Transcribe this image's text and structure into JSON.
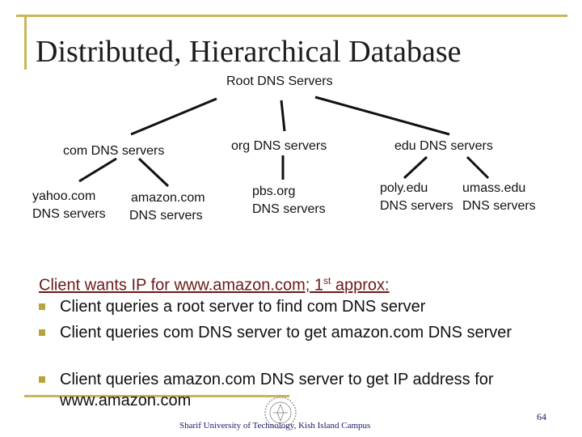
{
  "slide": {
    "title": "Distributed, Hierarchical Database",
    "page_number": "64",
    "footer": "Sharif University of Technology, Kish Island Campus"
  },
  "tree": {
    "root": "Root DNS Servers",
    "tld": [
      {
        "label": "com DNS servers"
      },
      {
        "label": "org DNS servers"
      },
      {
        "label": "edu DNS servers"
      }
    ],
    "authoritative": [
      {
        "line1": "yahoo.com",
        "line2": "DNS servers"
      },
      {
        "line1": "amazon.com",
        "line2": "DNS servers"
      },
      {
        "line1": "pbs.org",
        "line2": "DNS servers"
      },
      {
        "line1": "poly.edu",
        "line2": "DNS servers"
      },
      {
        "line1": "umass.edu",
        "line2": "DNS servers"
      }
    ]
  },
  "notes": {
    "heading": "Client wants IP for www.amazon.com; 1",
    "heading_sup": "st",
    "heading_tail": " approx:",
    "bullets": [
      "Client queries a root server to find com DNS server",
      "Client queries com DNS server to get amazon.com DNS server",
      "Client queries amazon.com DNS server to get  IP address for www.amazon.com"
    ]
  },
  "colors": {
    "accent_frame": "#c9b65a",
    "bullet": "#b8a43a",
    "heading": "#6b1a1a",
    "footer": "#1a1a66"
  }
}
